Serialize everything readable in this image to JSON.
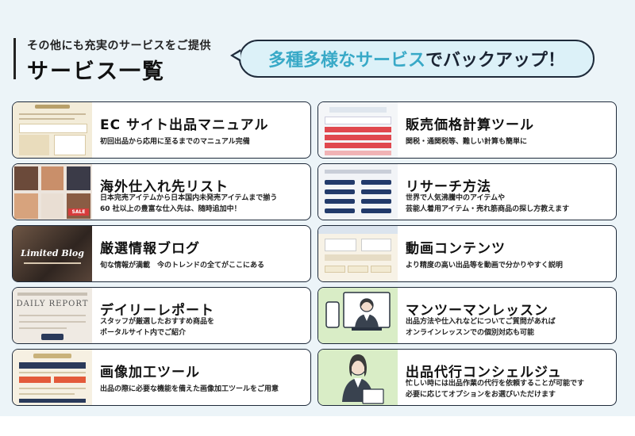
{
  "header": {
    "subtitle": "その他にも充実のサービスをご提供",
    "title": "サービス一覧",
    "bubble_highlight": "多種多様なサービス",
    "bubble_rest": "でバックアップ！"
  },
  "services": [
    {
      "title": "EC サイト出品マニュアル",
      "desc": [
        "初回出品から応用に至るまでのマニュアル完備"
      ]
    },
    {
      "title": "販売価格計算ツール",
      "desc": [
        "関税・通関税等、難しい計算も簡単に"
      ]
    },
    {
      "title": "海外仕入れ先リスト",
      "desc": [
        "日本完売アイテムから日本国内未発売アイテムまで揃う",
        "60 社以上の豊富な仕入先は、随時追加中！"
      ]
    },
    {
      "title": "リサーチ方法",
      "desc": [
        "世界で人気沸騰中のアイテムや",
        "芸能人着用アイテム・売れ筋商品の探し方教えます"
      ]
    },
    {
      "title": "厳選情報ブログ",
      "desc": [
        "旬な情報が満載　今のトレンドの全てがここにある"
      ]
    },
    {
      "title": "動画コンテンツ",
      "desc": [
        "より精度の高い出品等を動画で分かりやすく説明"
      ]
    },
    {
      "title": "デイリーレポート",
      "desc": [
        "スタッフが厳選したおすすめ商品を",
        "ポータルサイト内でご紹介"
      ]
    },
    {
      "title": "マンツーマンレッスン",
      "desc": [
        "出品方法や仕入れなどについてご質問があれば",
        "オンラインレッスンでの個別対応も可能"
      ]
    },
    {
      "title": "画像加工ツール",
      "desc": [
        "出品の際に必要な機能を備えた画像加工ツールをご用意"
      ]
    },
    {
      "title": "出品代行コンシェルジュ",
      "desc": [
        "忙しい時には出品作業の代行を依頼することが可能です",
        "必要に応じてオプションをお選びいただけます"
      ]
    }
  ],
  "thumbs": {
    "blog_text": "Limited Blog",
    "report_text": "DAILY REPORT",
    "sale_text": "SALE"
  },
  "colors": {
    "accent": "#38a9c7",
    "dark": "#1b2433",
    "panel": "#ecf4f8"
  }
}
